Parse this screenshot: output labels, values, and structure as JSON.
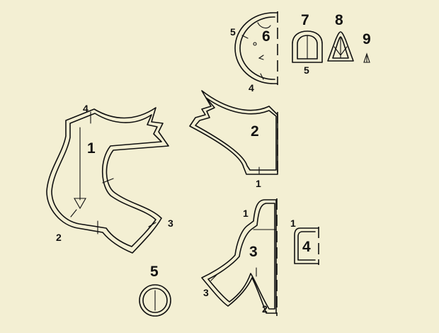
{
  "pieces": {
    "p1": {
      "number": "1",
      "marks": {
        "top": "4",
        "bottom": "2",
        "right": "3"
      }
    },
    "p2": {
      "number": "2",
      "marks": {
        "bottom": "1"
      }
    },
    "p3": {
      "number": "3",
      "marks": {
        "top": "1",
        "left": "3",
        "bottom": "2"
      }
    },
    "p4": {
      "number": "4",
      "marks": {
        "left": "1"
      }
    },
    "p5": {
      "number": "5"
    },
    "p6": {
      "number": "6",
      "marks": {
        "left": "5",
        "bottom": "4"
      }
    },
    "p7": {
      "number": "7",
      "marks": {
        "bottom": "5"
      }
    },
    "p8": {
      "number": "8"
    },
    "p9": {
      "number": "9"
    }
  }
}
